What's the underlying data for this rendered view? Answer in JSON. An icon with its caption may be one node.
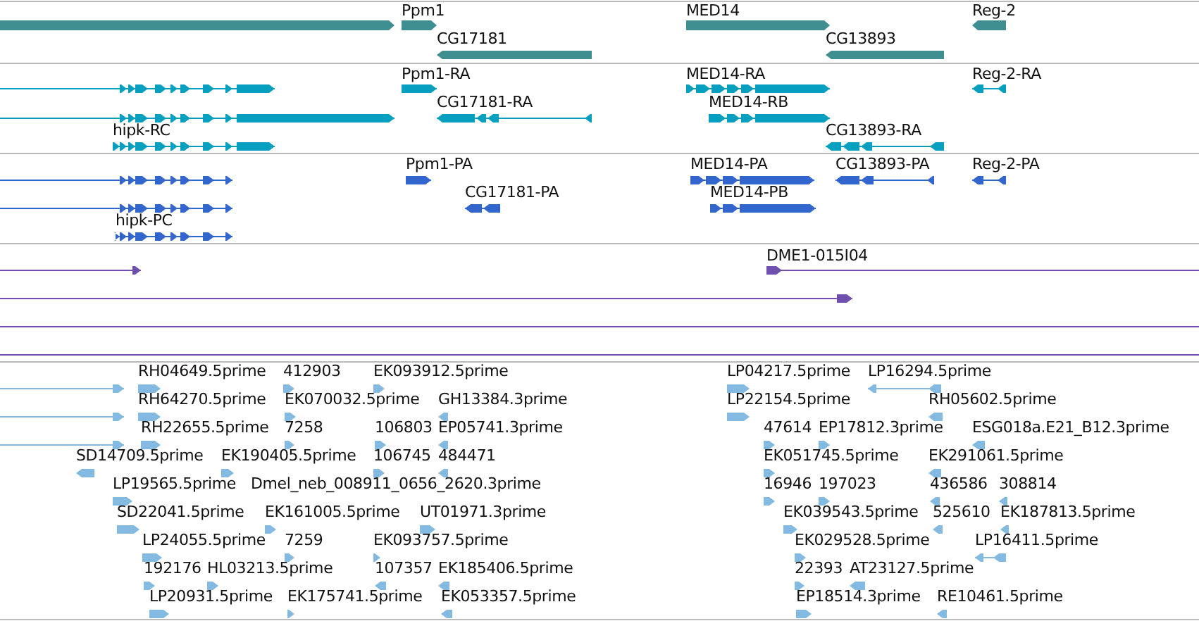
{
  "diagram": {
    "labels": [
      "Ppm1",
      "MED14",
      "Reg-2",
      "CG17181",
      "CG13893",
      "Ppm1-RA",
      "MED14-RA",
      "Reg-2-RA",
      "CG17181-RA",
      "MED14-RB",
      "hipk-RC",
      "CG13893-RA",
      "Ppm1-PA",
      "MED14-PA",
      "CG13893-PA",
      "Reg-2-PA",
      "CG17181-PA",
      "MED14-PB",
      "hipk-PC",
      "DME1-015I04",
      "RH04649.5prime",
      "412903",
      "EK093912.5prime",
      "LP04217.5prime",
      "LP16294.5prime",
      "RH64270.5prime",
      "EK070032.5prime",
      "GH13384.3prime",
      "LP22154.5prime",
      "RH05602.5prime",
      "RH22655.5prime",
      "7258",
      "106803",
      "EP05741.3prime",
      "47614",
      "EP17812.3prime",
      "ESG018a.E21_B12.3prime",
      "SD14709.5prime",
      "EK190405.5prime",
      "106745",
      "484471",
      "EK051745.5prime",
      "EK291061.5prime",
      "LP19565.5prime",
      "Dmel_neb_008911_0656_2620.3prime",
      "16946",
      "197023",
      "436586",
      "308814",
      "SD22041.5prime",
      "EK161005.5prime",
      "UT01971.3prime",
      "EK039543.5prime",
      "525610",
      "EK187813.5prime",
      "LP24055.5prime",
      "7259",
      "EK093757.5prime",
      "EK029528.5prime",
      "LP16411.5prime",
      "192176",
      "HL03213.5prime",
      "107357",
      "EK185406.5prime",
      "22393",
      "AT23127.5prime",
      "LP20931.5prime",
      "EK175741.5prime",
      "EK053357.5prime",
      "EP18514.3prime",
      "RE10461.5prime"
    ]
  }
}
